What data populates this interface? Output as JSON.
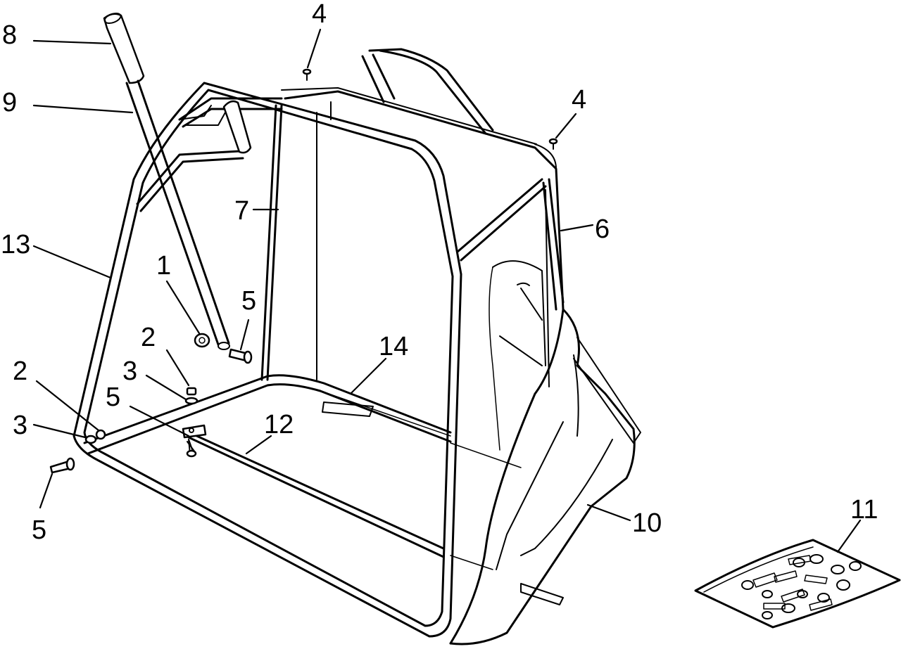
{
  "callouts": {
    "c1": "1",
    "c2a": "2",
    "c2b": "2",
    "c3a": "3",
    "c3b": "3",
    "c4a": "4",
    "c4b": "4",
    "c5a": "5",
    "c5b": "5",
    "c5c": "5",
    "c6": "6",
    "c7": "7",
    "c8": "8",
    "c9": "9",
    "c10": "10",
    "c11": "11",
    "c12": "12",
    "c13": "13",
    "c14": "14"
  }
}
